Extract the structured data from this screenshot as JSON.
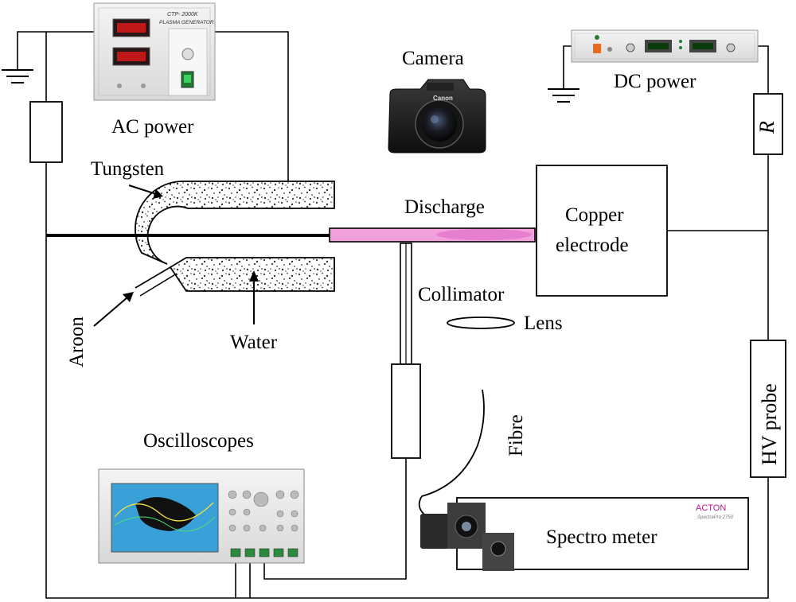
{
  "labels": {
    "ac_power": "AC power",
    "camera": "Camera",
    "dc_power": "DC power",
    "resistor": "R",
    "tungsten": "Tungsten",
    "discharge": "Discharge",
    "copper_electrode_line1": "Copper",
    "copper_electrode_line2": "electrode",
    "collimator": "Collimator",
    "lens": "Lens",
    "argon": "Aroon",
    "water": "Water",
    "fibre": "Fibre",
    "hv_probe": "HV probe",
    "oscilloscopes": "Oscilloscopes",
    "spectrometer": "Spectro meter"
  },
  "device_text": {
    "plasma_model": "CTP- 2000K",
    "plasma_name": "PLASMA GENERATOR",
    "camera_brand": "Canon",
    "acton_brand": "ACTON",
    "acton_model": "SpectraPro 2750"
  },
  "colors": {
    "line": "#000000",
    "discharge_fill": "#f2a0dc",
    "discharge_core": "#e77fd0",
    "oscilloscope_screen": "#3aa0d8",
    "led_red": "#d9281c",
    "ac_switch": "#2bb34a",
    "dc_switch": "#e96b1c"
  }
}
